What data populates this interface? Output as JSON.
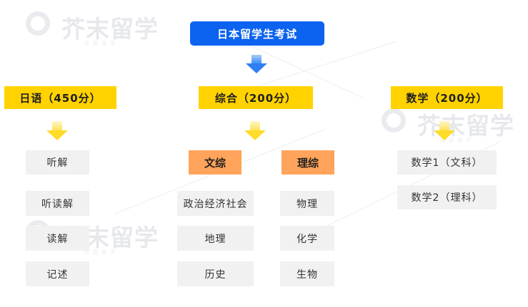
{
  "watermark": {
    "brand": "芥末留学",
    "tagline": "出国留学"
  },
  "title": "日本留学生考试",
  "categories": {
    "japanese": {
      "label": "日语（450分）"
    },
    "general": {
      "label": "综合（200分）"
    },
    "math": {
      "label": "数学（200分）"
    }
  },
  "japanese_items": [
    "听解",
    "听读解",
    "读解",
    "记述"
  ],
  "general_sub": {
    "humanities": {
      "label": "文综",
      "items": [
        "政治经济社会",
        "地理",
        "历史"
      ]
    },
    "science": {
      "label": "理综",
      "items": [
        "物理",
        "化学",
        "生物"
      ]
    }
  },
  "math_items": [
    "数学1（文科）",
    "数学2（理科）"
  ],
  "colors": {
    "title_bg": "#0c63f0",
    "category_bg": "#ffd200",
    "subcategory_bg": "#ffa45a",
    "item_bg": "#f1f1f1",
    "arrow_blue": "#2f7ff3",
    "arrow_yellow": "#ffdb2a"
  }
}
